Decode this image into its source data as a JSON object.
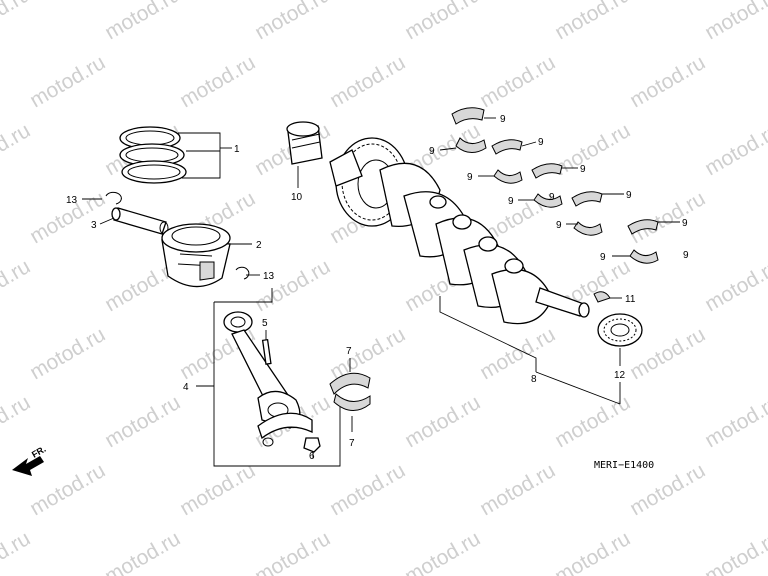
{
  "watermark": "motod.ru",
  "diagram_code": "MERI−E1400",
  "front_indicator": "FR.",
  "callouts": {
    "c1": "1",
    "c2": "2",
    "c3": "3",
    "c4": "4",
    "c5": "5",
    "c6": "6",
    "c7a": "7",
    "c7b": "7",
    "c8": "8",
    "c9a": "9",
    "c9b": "9",
    "c9c": "9",
    "c9d": "9",
    "c9e": "9",
    "c9f": "9",
    "c9g": "9",
    "c9h": "9",
    "c9i": "9",
    "c9j": "9",
    "c9k": "9",
    "c9l": "9",
    "c10": "10",
    "c11": "11",
    "c12": "12",
    "c13a": "13",
    "c13b": "13"
  }
}
